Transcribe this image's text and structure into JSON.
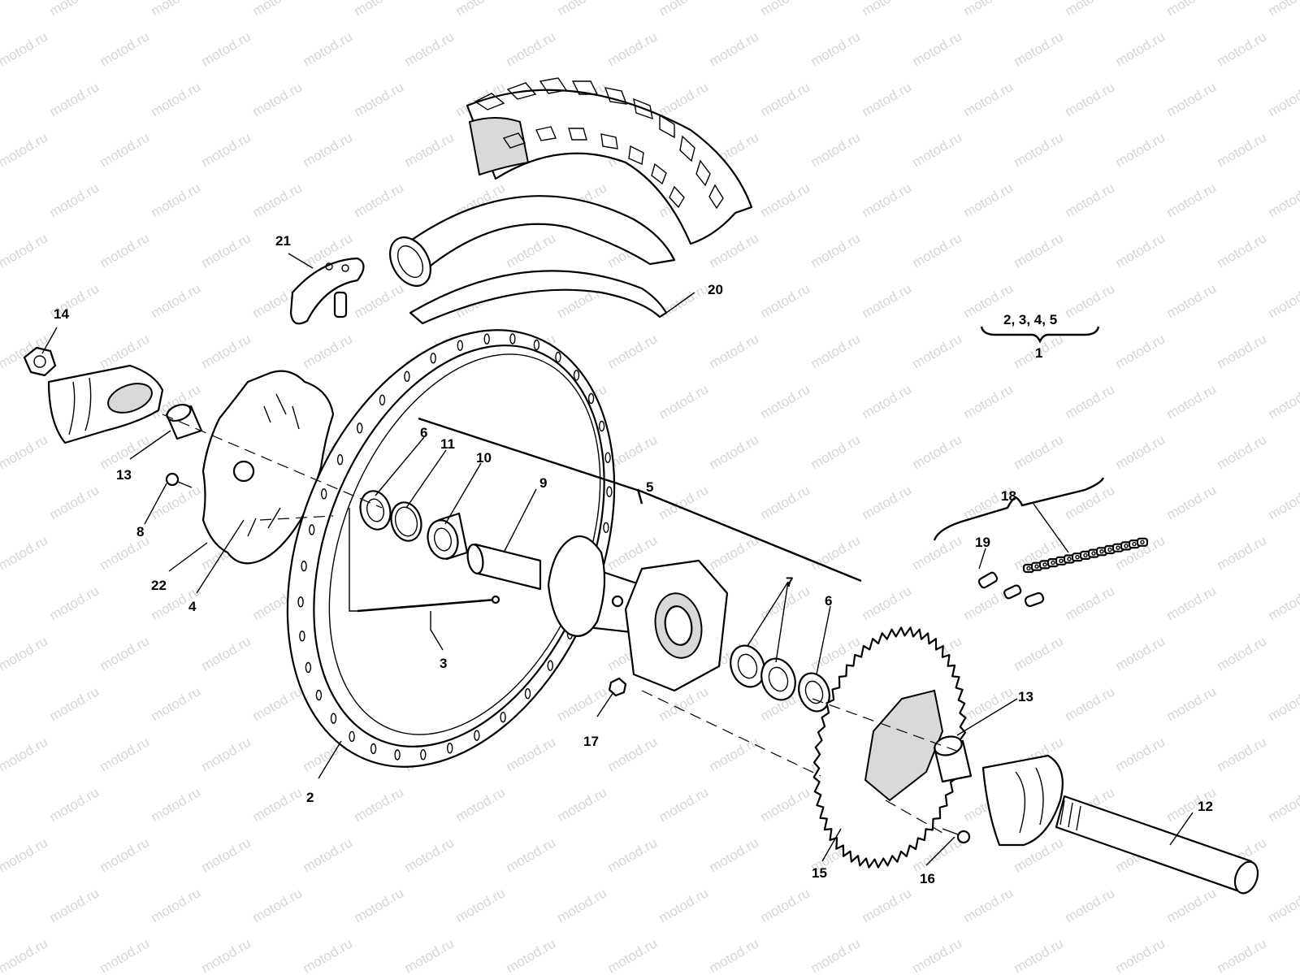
{
  "watermark": "motod.ru",
  "labels": {
    "p1": "1",
    "p2": "2",
    "p3": "3",
    "p4": "4",
    "p5": "5",
    "p6a": "6",
    "p6b": "6",
    "p7": "7",
    "p8": "8",
    "p9": "9",
    "p10": "10",
    "p11": "11",
    "p12": "12",
    "p13a": "13",
    "p13b": "13",
    "p14": "14",
    "p15": "15",
    "p16": "16",
    "p17": "17",
    "p18": "18",
    "p19": "19",
    "p20": "20",
    "p21": "21",
    "p22": "22",
    "group": "2, 3, 4, 5"
  }
}
